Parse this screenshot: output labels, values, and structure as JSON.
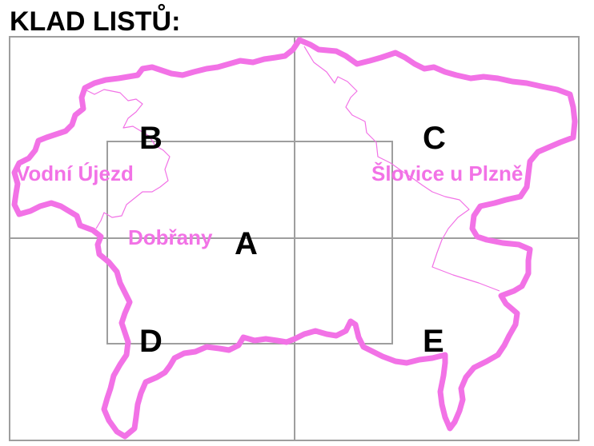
{
  "title": "KLAD LISTŮ:",
  "colors": {
    "grid": "#9e9e9e",
    "boundary": "#f272e6",
    "text": "#000000",
    "place": "#f272e6"
  },
  "sheets": {
    "a": "A",
    "b": "B",
    "c": "C",
    "d": "D",
    "e": "E"
  },
  "places": {
    "vodni_ujezd": "Vodní Újezd",
    "slovice": "Šlovice u Plzně",
    "dobrany": "Dobřany"
  }
}
